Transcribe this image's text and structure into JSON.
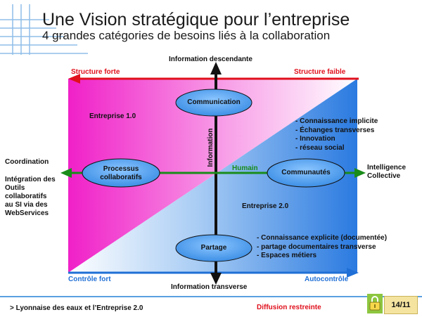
{
  "header": {
    "title": "Une Vision stratégique pour l’entreprise",
    "subtitle": "4 grandes catégories de besoins liés à la collaboration"
  },
  "axes": {
    "top": "Information descendante",
    "bottom": "Information transverse",
    "vertical": "Information",
    "horizontal": "Humain",
    "left_top": "Structure forte",
    "right_top": "Structure faible",
    "left_bottom": "Contrôle fort",
    "right_bottom": "Autocontrôle"
  },
  "left_text": {
    "coordination": "Coordination",
    "line1": "Intégration des",
    "line2": "Outils",
    "line3": "collaboratifs",
    "line4": "au SI via des",
    "line5": "WebServices"
  },
  "right_text": {
    "line1": "Intelligence",
    "line2": "Collective"
  },
  "zones": {
    "ent1": "Entreprise 1.0",
    "ent2": "Entreprise 2.0"
  },
  "ellipses": {
    "communication": "Communication",
    "processus_1": "Processus",
    "processus_2": "collaboratifs",
    "communautes": "Communautés",
    "partage": "Partage"
  },
  "bullets_top": [
    "- Connaissance implicite",
    "- Échanges transverses",
    "- Innovation",
    "- réseau social"
  ],
  "bullets_bottom": [
    "- Connaissance explicite (documentée)",
    "- partage documentaires transverse",
    "- Espaces métiers"
  ],
  "footer": {
    "left": ">  Lyonnaise des eaux et l’Entreprise 2.0",
    "middle": "Diffusion restreinte",
    "page": "14/11"
  },
  "colors": {
    "magenta": "#f020c8",
    "blue": "#2a7ae0",
    "red_arrow": "#e0101c",
    "blue_arrow": "#1f6fd6",
    "green_arrow": "#1a8c1a",
    "ellipse_fill": "#5aa8f0"
  }
}
